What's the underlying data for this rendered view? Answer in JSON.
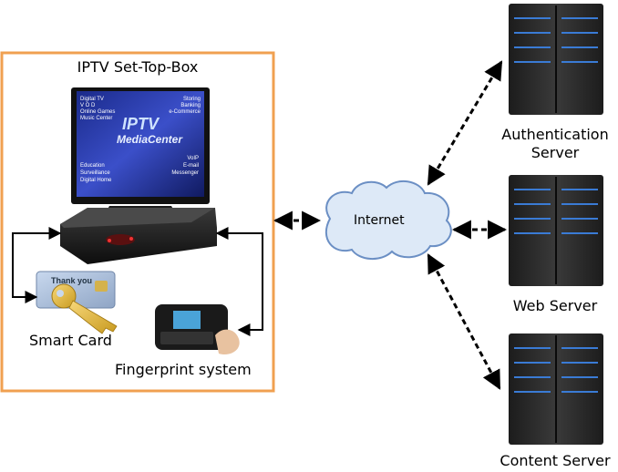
{
  "box": {
    "title": "IPTV Set-Top-Box"
  },
  "devices": {
    "smart_card": "Smart Card",
    "fingerprint": "Fingerprint system"
  },
  "tv_screen": {
    "logo_main": "IPTV",
    "logo_sub": "MediaCenter",
    "menu_left": [
      "Digital TV",
      "V O D",
      "Online Games",
      "Music Center"
    ],
    "menu_right": [
      "Storing",
      "Banking",
      "e-Commerce"
    ],
    "menu_bottom_left": [
      "Education",
      "Surveillance",
      "Digital Home"
    ],
    "menu_bottom_right": [
      "VoIP",
      "E-mail",
      "Messenger"
    ]
  },
  "smart_card_face": {
    "brand": "Thank you"
  },
  "network": {
    "label": "Internet"
  },
  "servers": [
    {
      "line1": "Authentication",
      "line2": "Server"
    },
    {
      "line1": "Web Server"
    },
    {
      "line1": "Content Server"
    }
  ],
  "colors": {
    "box_border": "#f0a050",
    "server_body": "#2a2a2a",
    "server_led": "#3a7bd5",
    "cloud_fill": "#dde9f7",
    "cloud_stroke": "#6b8fc4",
    "screen_bg": "#1a2a8a"
  }
}
